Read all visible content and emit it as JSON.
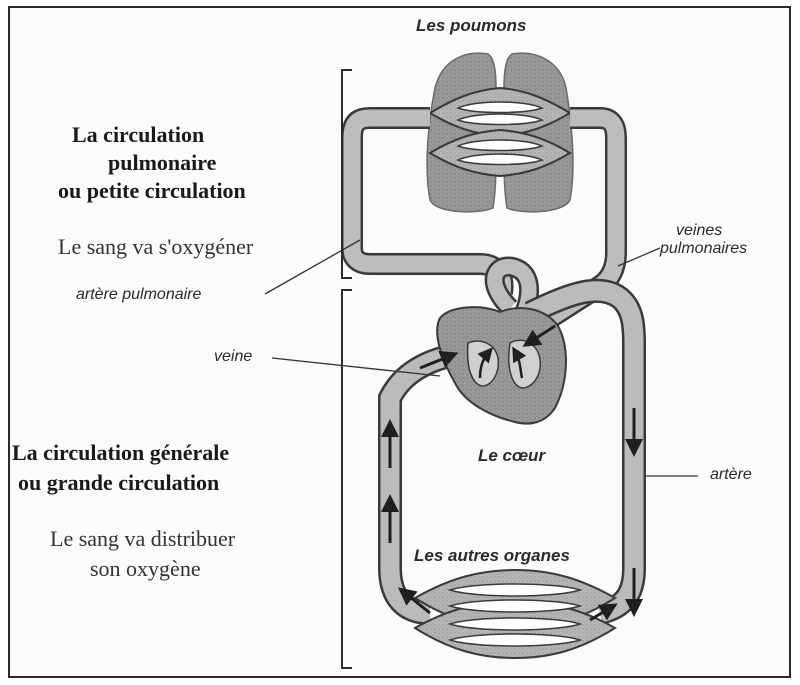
{
  "title_lungs": "Les poumons",
  "pulmonary": {
    "heading_line1": "La circulation",
    "heading_line2": "pulmonaire",
    "heading_line3": "ou petite circulation",
    "description": "Le sang va s'oxygéner"
  },
  "general": {
    "heading_line1": "La circulation générale",
    "heading_line2": "ou grande circulation",
    "description_line1": "Le sang va distribuer",
    "description_line2": "son oxygène"
  },
  "labels": {
    "artere_pulmonaire": "artère pulmonaire",
    "veines_pulmonaires_line1": "veines",
    "veines_pulmonaires_line2": "pulmonaires",
    "veine": "veine",
    "coeur": "Le cœur",
    "artere": "artère",
    "autres_organes": "Les autres organes"
  },
  "colors": {
    "vessel": "#b9b9b9",
    "vessel_outline": "#3a3a3a",
    "lungs": "#9a9a9a",
    "heart": "#a5a5a5",
    "arrow": "#1f1f1f",
    "bracket": "#2a2a2a"
  }
}
